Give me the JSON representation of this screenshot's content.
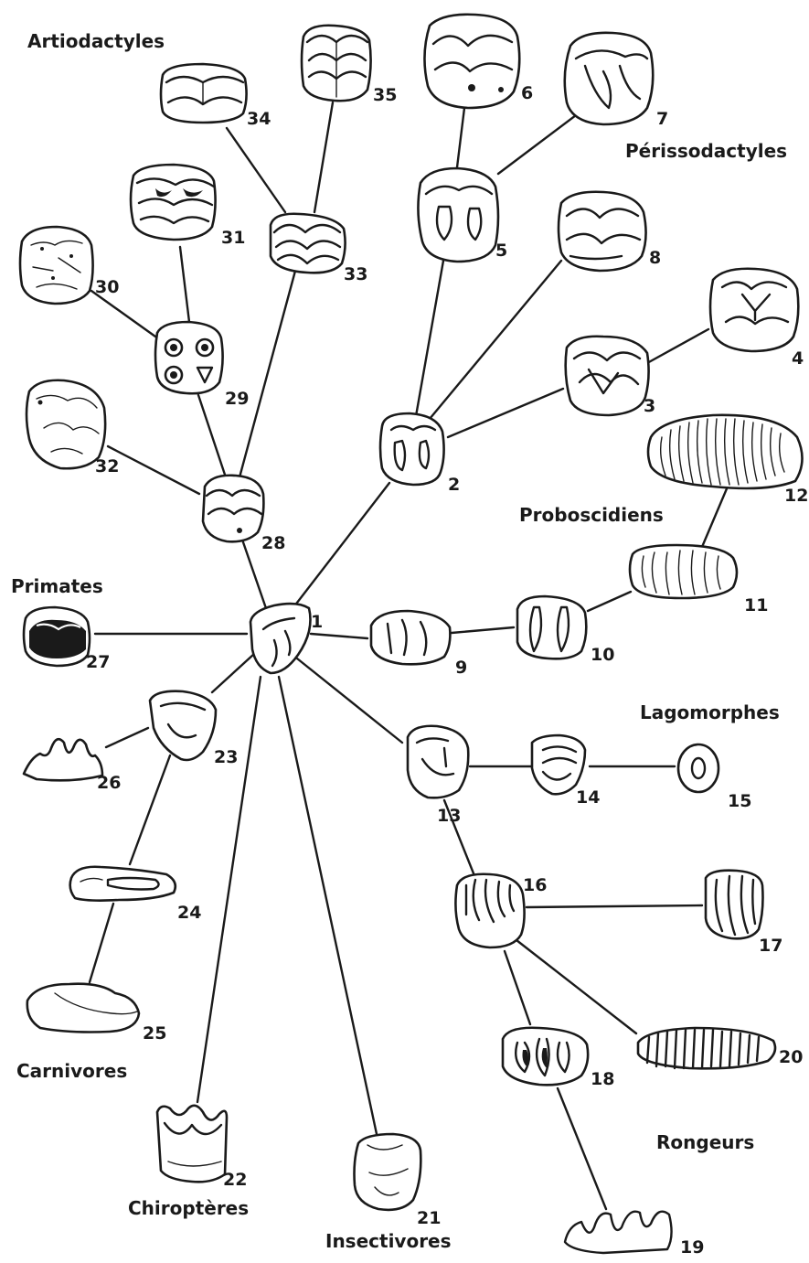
{
  "groups": {
    "artiodactyles": "Artiodactyles",
    "perissodactyles": "Périssodactyles",
    "primates": "Primates",
    "proboscidiens": "Proboscidiens",
    "lagomorphes": "Lagomorphes",
    "carnivores": "Carnivores",
    "rongeurs": "Rongeurs",
    "chiropteres": "Chiroptères",
    "insectivores": "Insectivores"
  },
  "nodes": {
    "n1": "1",
    "n2": "2",
    "n3": "3",
    "n4": "4",
    "n5": "5",
    "n6": "6",
    "n7": "7",
    "n8": "8",
    "n9": "9",
    "n10": "10",
    "n11": "11",
    "n12": "12",
    "n13": "13",
    "n14": "14",
    "n15": "15",
    "n16": "16",
    "n17": "17",
    "n18": "18",
    "n19": "19",
    "n20": "20",
    "n21": "21",
    "n22": "22",
    "n23": "23",
    "n24": "24",
    "n25": "25",
    "n26": "26",
    "n27": "27",
    "n28": "28",
    "n29": "29",
    "n30": "30",
    "n31": "31",
    "n32": "32",
    "n33": "33",
    "n34": "34",
    "n35": "35"
  }
}
